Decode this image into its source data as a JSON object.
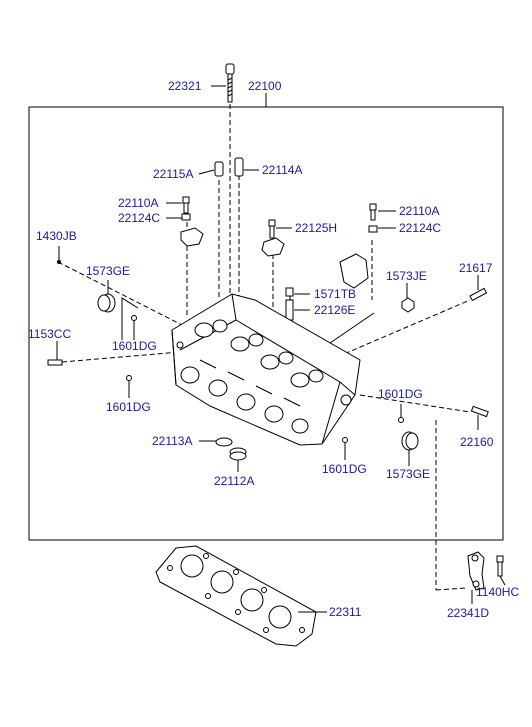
{
  "callouts": {
    "c22321": "22321",
    "c22100": "22100",
    "c22115A": "22115A",
    "c22114A": "22114A",
    "c22110A_l": "22110A",
    "c22124C_l": "22124C",
    "c22125H": "22125H",
    "c22110A_r": "22110A",
    "c22124C_r": "22124C",
    "c1430JB": "1430JB",
    "c1573GE_t": "1573GE",
    "c21617": "21617",
    "c1573JE": "1573JE",
    "c1571TB": "1571TB",
    "c22126E": "22126E",
    "c1153CC": "1153CC",
    "c1601DG_a": "1601DG",
    "c1601DG_b": "1601DG",
    "c1601DG_c": "1601DG",
    "c1601DG_d": "1601DG",
    "c22113A": "22113A",
    "c22112A": "22112A",
    "c1573GE_b": "1573GE",
    "c22160": "22160",
    "c1140HC": "1140HC",
    "c22341D": "22341D",
    "c22311": "22311"
  },
  "colors": {
    "callout": "#1a1aa6",
    "line": "#000000"
  }
}
